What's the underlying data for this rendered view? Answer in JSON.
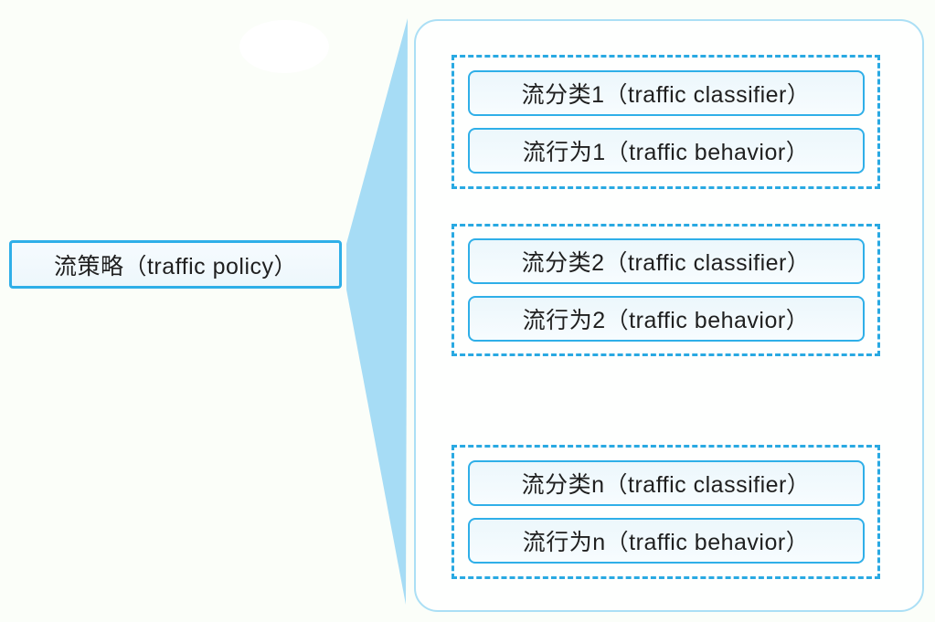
{
  "diagram": {
    "title_hint": "traffic policy structure diagram",
    "policy_box": {
      "label": "流策略（traffic policy）"
    },
    "pairs": [
      {
        "classifier": "流分类1（traffic classifier）",
        "behavior": "流行为1（traffic behavior）"
      },
      {
        "classifier": "流分类2（traffic classifier）",
        "behavior": "流行为2（traffic behavior）"
      },
      {
        "classifier": "流分类n（traffic classifier）",
        "behavior": "流行为n（traffic behavior）"
      }
    ],
    "ellipsis": {
      "dot_count": 3
    },
    "colors": {
      "solid_box_border": "#2fafe8",
      "dashed_group_border": "#29a9e2",
      "panel_border": "#abdff5",
      "funnel_fill": "#a6dcf5",
      "dot_fill": "#8ed7f3",
      "box_fill": "#eff8fd",
      "text": "#1f1f1f",
      "background": "#fbfef9"
    }
  }
}
